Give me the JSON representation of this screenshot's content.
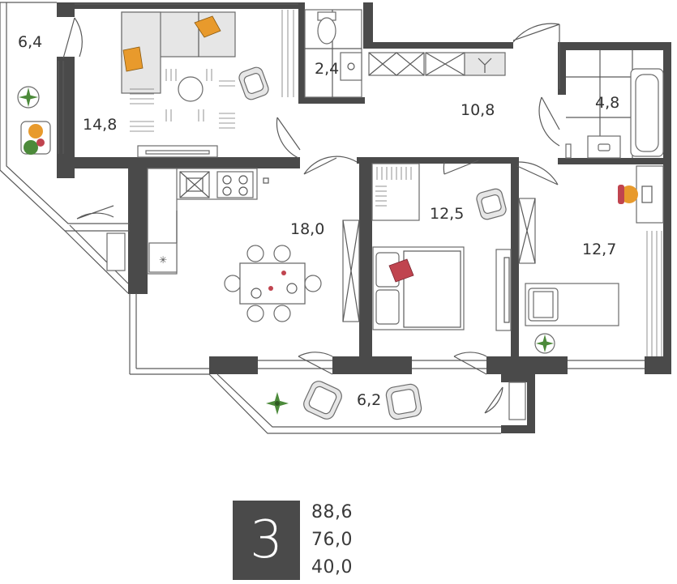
{
  "rooms": [
    {
      "id": "balcony-left",
      "area": "6,4"
    },
    {
      "id": "living-room",
      "area": "14,8"
    },
    {
      "id": "toilet",
      "area": "2,4"
    },
    {
      "id": "hallway",
      "area": "10,8"
    },
    {
      "id": "bathroom",
      "area": "4,8"
    },
    {
      "id": "kitchen-dining",
      "area": "18,0"
    },
    {
      "id": "bedroom-main",
      "area": "12,5"
    },
    {
      "id": "bedroom-second",
      "area": "12,7"
    },
    {
      "id": "balcony-bottom",
      "area": "6,2"
    }
  ],
  "summary": {
    "rooms_count": "3",
    "total_area": "88,6",
    "living_area": "76,0",
    "extra_area": "40,0"
  },
  "colors": {
    "wall": "#4a4a4a",
    "accent_orange": "#e89a2c",
    "accent_red": "#c0444f",
    "plant_green": "#4c8a3a"
  }
}
